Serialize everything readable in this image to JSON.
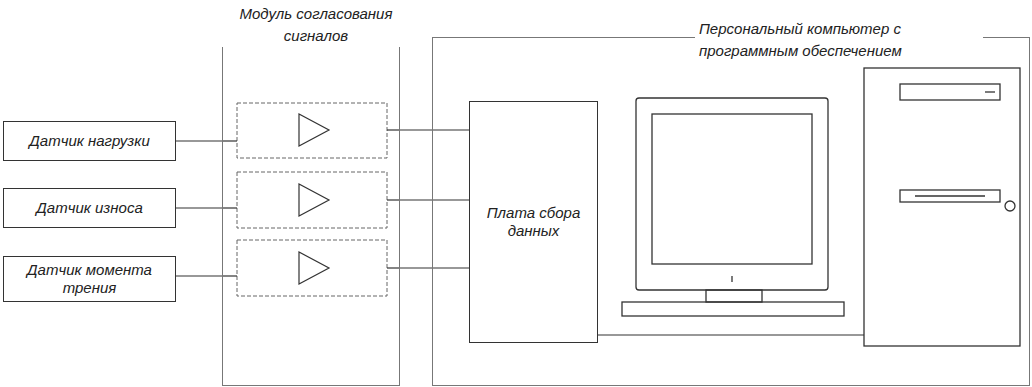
{
  "diagram": {
    "nodes": [
      {
        "text": [
          "Датчик нагрузки"
        ]
      },
      {
        "text": [
          "Датчик износа"
        ]
      },
      {
        "text": [
          "Датчик момента трения"
        ]
      },
      {
        "text": [
          "Модуль согласования сигналов"
        ]
      },
      {
        "text": [
          "Персональный компьютер с программным обеспечением"
        ]
      },
      {
        "text": [
          "Плата сбора данных"
        ],
        "in": 4
      }
    ],
    "edges": [
      {
        "from": 0,
        "to": 3,
        "arrow": "none"
      },
      {
        "from": 1,
        "to": 3,
        "arrow": "none"
      },
      {
        "from": 2,
        "to": 3,
        "arrow": "none"
      },
      {
        "from": 3,
        "to": 5,
        "arrow": "none"
      },
      {
        "from": 3,
        "to": 5,
        "arrow": "none"
      },
      {
        "from": 3,
        "to": 5,
        "arrow": "none"
      }
    ]
  }
}
